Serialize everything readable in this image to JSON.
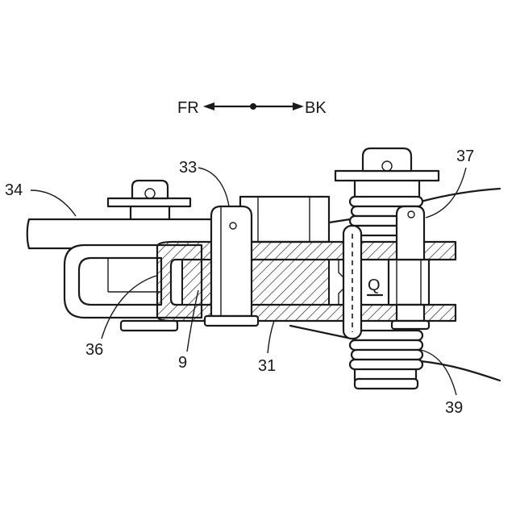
{
  "direction": {
    "left": "FR",
    "right": "BK"
  },
  "labels": {
    "l34": "34",
    "l33": "33",
    "l37": "37",
    "l36": "36",
    "l9": "9",
    "l31": "31",
    "l39": "39",
    "lQ": "Q"
  },
  "colors": {
    "ink": "#1a1a1a",
    "background": "#ffffff"
  }
}
